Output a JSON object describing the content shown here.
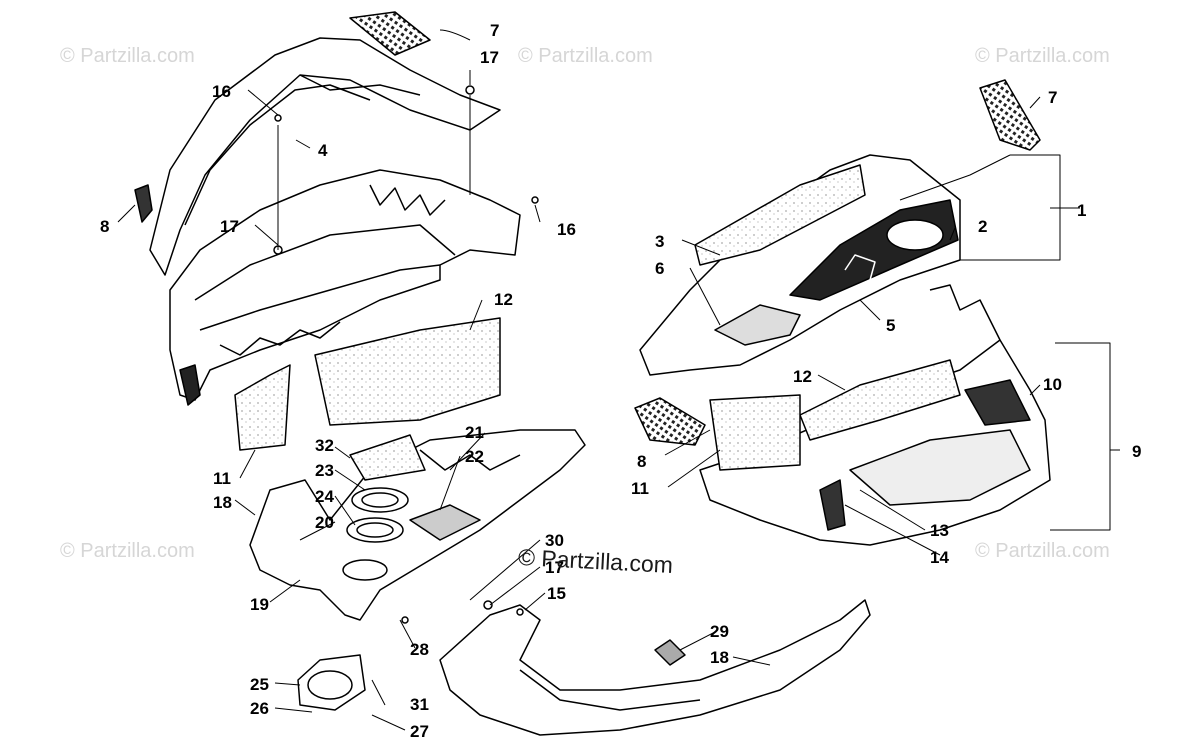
{
  "watermark": {
    "text": "© Partzilla.com",
    "main_text": "© Partzilla.com"
  },
  "callouts": [
    {
      "id": "c7a",
      "label": "7"
    },
    {
      "id": "c17a",
      "label": "17"
    },
    {
      "id": "c16a",
      "label": "16"
    },
    {
      "id": "c4",
      "label": "4"
    },
    {
      "id": "c8a",
      "label": "8"
    },
    {
      "id": "c17b",
      "label": "17"
    },
    {
      "id": "c16b",
      "label": "16"
    },
    {
      "id": "c12a",
      "label": "12"
    },
    {
      "id": "c11a",
      "label": "11"
    },
    {
      "id": "c32",
      "label": "32"
    },
    {
      "id": "c23",
      "label": "23"
    },
    {
      "id": "c24",
      "label": "24"
    },
    {
      "id": "c18a",
      "label": "18"
    },
    {
      "id": "c20",
      "label": "20"
    },
    {
      "id": "c21",
      "label": "21"
    },
    {
      "id": "c22",
      "label": "22"
    },
    {
      "id": "c19",
      "label": "19"
    },
    {
      "id": "c28",
      "label": "28"
    },
    {
      "id": "c25",
      "label": "25"
    },
    {
      "id": "c26",
      "label": "26"
    },
    {
      "id": "c31",
      "label": "31"
    },
    {
      "id": "c27",
      "label": "27"
    },
    {
      "id": "c30",
      "label": "30"
    },
    {
      "id": "c17c",
      "label": "17"
    },
    {
      "id": "c15",
      "label": "15"
    },
    {
      "id": "c29",
      "label": "29"
    },
    {
      "id": "c18b",
      "label": "18"
    },
    {
      "id": "c7b",
      "label": "7"
    },
    {
      "id": "c1",
      "label": "1"
    },
    {
      "id": "c2",
      "label": "2"
    },
    {
      "id": "c3",
      "label": "3"
    },
    {
      "id": "c6",
      "label": "6"
    },
    {
      "id": "c5",
      "label": "5"
    },
    {
      "id": "c12b",
      "label": "12"
    },
    {
      "id": "c10",
      "label": "10"
    },
    {
      "id": "c9",
      "label": "9"
    },
    {
      "id": "c8b",
      "label": "8"
    },
    {
      "id": "c11b",
      "label": "11"
    },
    {
      "id": "c13",
      "label": "13"
    },
    {
      "id": "c14",
      "label": "14"
    }
  ]
}
